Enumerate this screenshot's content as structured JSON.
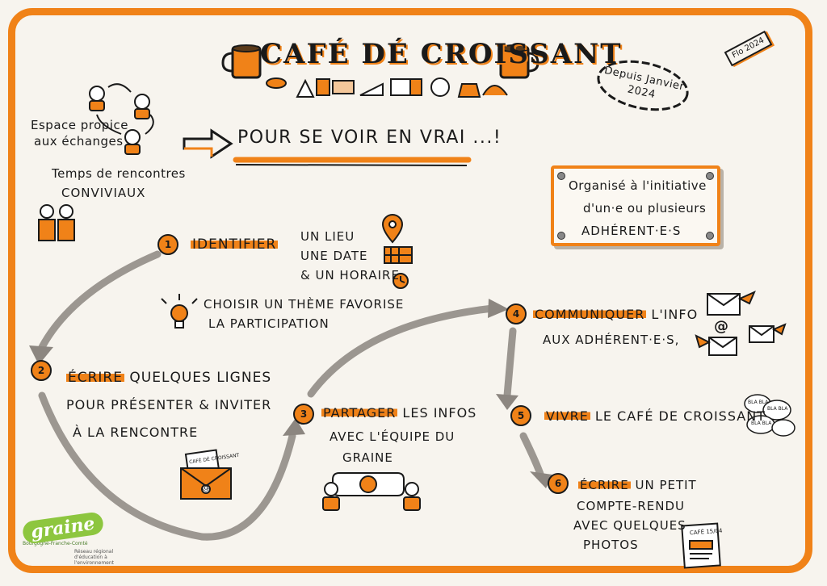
{
  "title": "CAFÉ DÉ CROISSANT",
  "stamp": "Flo 2024",
  "since": {
    "line1": "Depuis Janvier",
    "line2": "2024"
  },
  "subtitle": "POUR SE VOIR EN VRAI ...!",
  "intro": {
    "exchange": {
      "line1": "Espace propice",
      "line2": "aux échanges"
    },
    "meetings": {
      "line1": "Temps de rencontres",
      "line2": "CONVIVIAUX"
    }
  },
  "initiative": {
    "line1": "Organisé à l'initiative",
    "line2": "d'un·e ou plusieurs",
    "line3": "ADHÉRENT·E·S"
  },
  "steps": [
    {
      "number": "1",
      "verb": "IDENTIFIER",
      "rest": ""
    },
    {
      "number": "2",
      "verb": "ÉCRIRE",
      "rest": " QUELQUES LIGNES"
    },
    {
      "number": "3",
      "verb": "PARTAGER",
      "rest": " LES INFOS"
    },
    {
      "number": "4",
      "verb": "COMMUNIQUER",
      "rest": " L'INFO"
    },
    {
      "number": "5",
      "verb": "VIVRE",
      "rest": " LE CAFÉ DE CROISSANT"
    },
    {
      "number": "6",
      "verb": "ÉCRIRE",
      "rest": " UN PETIT"
    }
  ],
  "step1_details": {
    "line1": "UN LIEU",
    "line2": "UNE DATE",
    "line3": "& UN HORAIRE"
  },
  "theme_tip": {
    "line1": "CHOISIR UN THÈME FAVORISE",
    "line2": "LA PARTICIPATION"
  },
  "step2_details": {
    "line1": "POUR PRÉSENTER & INVITER",
    "line2": "À LA RENCONTRE"
  },
  "step3_details": {
    "line1": "AVEC L'ÉQUIPE DU",
    "line2": "GRAINE"
  },
  "step4_details": {
    "line1": "AUX ADHÉRENT·E·S,"
  },
  "step6_details": {
    "line1": "COMPTE-RENDU",
    "line2": "AVEC QUELQUES",
    "line3": "PHOTOS"
  },
  "card_label": "CAFÉ DÉ CROISSANT",
  "report_label": "CAFÉ 15/04",
  "email_symbol": "@",
  "chatter": "BLA BLA",
  "logo": {
    "name": "graine",
    "region": "Bourgogne-Franche-Comté",
    "desc": "Réseau régional d'éducation à l'environnement"
  },
  "colors": {
    "accent": "#f08218",
    "ink": "#1a1a1a",
    "shadow": "#8c8680",
    "paper": "#f7f4ee"
  }
}
